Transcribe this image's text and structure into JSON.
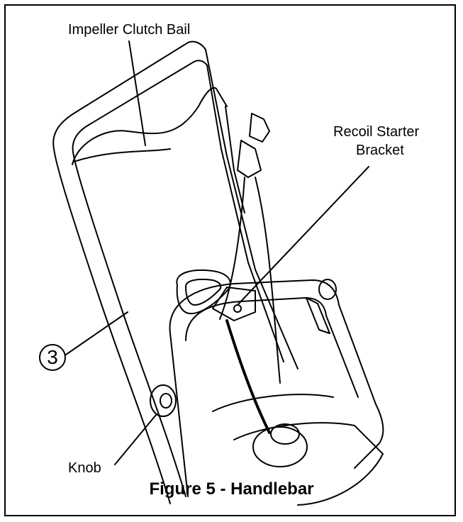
{
  "labels": {
    "impeller_clutch_bail": "Impeller Clutch Bail",
    "recoil_starter_line1": "Recoil Starter",
    "recoil_starter_line2": "Bracket",
    "callout_number": "3",
    "knob": "Knob"
  },
  "caption": "Figure 5 - Handlebar"
}
